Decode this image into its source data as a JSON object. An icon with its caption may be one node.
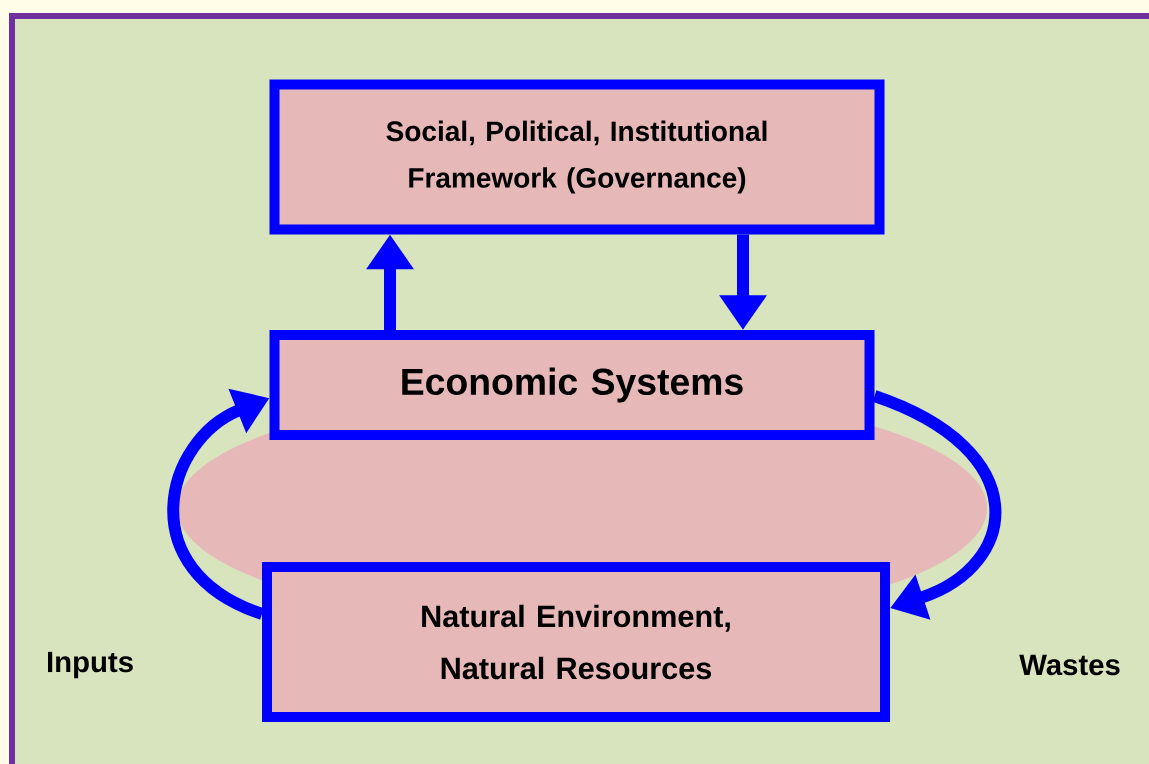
{
  "diagram": {
    "nodes": [
      {
        "text": [
          "Social, Political, Institutional Framework (Governance)"
        ]
      },
      {
        "text": [
          "Economic Systems"
        ]
      },
      {
        "text": [
          "Natural Environment, Natural Resources"
        ]
      }
    ],
    "edges": [
      {
        "from": 1,
        "to": 0,
        "arrow": "to"
      },
      {
        "from": 0,
        "to": 1,
        "arrow": "to"
      },
      {
        "from": 2,
        "to": 1,
        "arrow": "to"
      },
      {
        "from": 1,
        "to": 2,
        "arrow": "to"
      }
    ],
    "labels": [
      "Inputs",
      "Wastes"
    ]
  }
}
